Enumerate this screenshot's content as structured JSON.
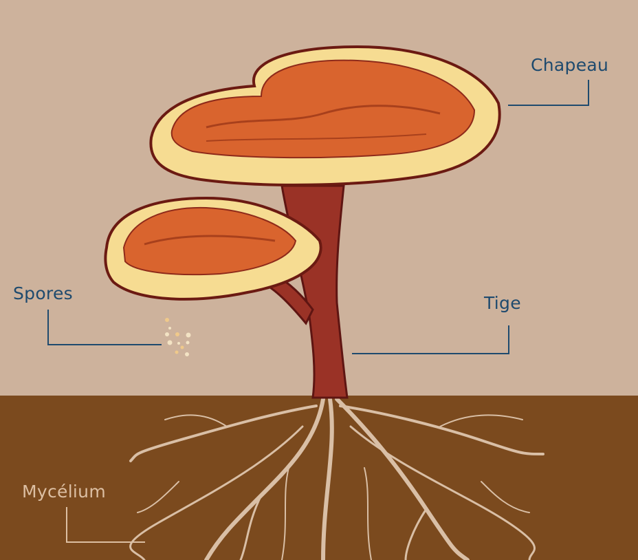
{
  "labels": {
    "chapeau": "Chapeau",
    "spores": "Spores",
    "tige": "Tige",
    "mycelium": "Mycélium"
  },
  "colors": {
    "background": "#cdb29c",
    "soil": "#7b4a1e",
    "label": "#1e4a6e",
    "mycelium_label": "#dcbfa3",
    "cap_top": "#d9642e",
    "cap_rim": "#f6dc92",
    "stem": "#8e2a22",
    "mycelium": "#d9bfa6"
  }
}
